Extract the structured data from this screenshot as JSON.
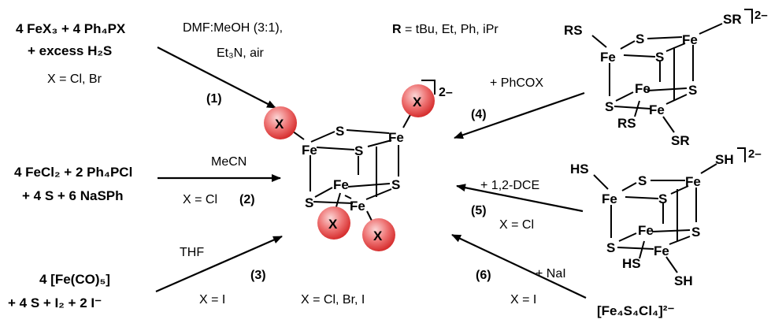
{
  "reactions": {
    "r1": {
      "reactants_line1": "4 FeX₃ + 4 Ph₄PX",
      "reactants_line2": "+ excess H₂S",
      "halide": "X = Cl, Br",
      "conditions_line1": "DMF:MeOH (3:1),",
      "conditions_line2": "Et₃N, air",
      "number": "(1)"
    },
    "r2": {
      "reactants_line1": "4 FeCl₂ + 2 Ph₄PCl",
      "reactants_line2": "+ 4 S + 6 NaSPh",
      "solvent": "MeCN",
      "halide": "X = Cl",
      "number": "(2)"
    },
    "r3": {
      "reactants_line1": "4 [Fe(CO)₅]",
      "reactants_line2": "+ 4 S + I₂ + 2 I⁻",
      "solvent": "THF",
      "halide": "X = I",
      "number": "(3)"
    },
    "r4": {
      "r_def_prefix": "R",
      "r_def_values": " = tBu, Et, Ph, iPr",
      "reagent": "+ PhCOX",
      "number": "(4)"
    },
    "r5": {
      "reagent": "+ 1,2-DCE",
      "halide": "X = Cl",
      "number": "(5)"
    },
    "r6": {
      "reagent": "+ NaI",
      "halide": "X = I",
      "number": "(6)",
      "starting_cluster": "[Fe₄S₄Cl₄]²⁻"
    }
  },
  "center_cluster": {
    "charge": "2–",
    "ligand": "X",
    "label": "X = Cl, Br, I",
    "atoms": {
      "fe": "Fe",
      "s": "S"
    }
  },
  "rs_cluster": {
    "charge": "2–",
    "ligand": "SR",
    "ligand_left": "RS",
    "fe": "Fe",
    "s": "S"
  },
  "sh_cluster": {
    "charge": "2–",
    "ligand": "SH",
    "ligand_left": "HS",
    "fe": "Fe",
    "s": "S"
  },
  "colors": {
    "ligand_sphere": "#e03c3c",
    "ligand_sphere_light": "#f6b4b4"
  }
}
